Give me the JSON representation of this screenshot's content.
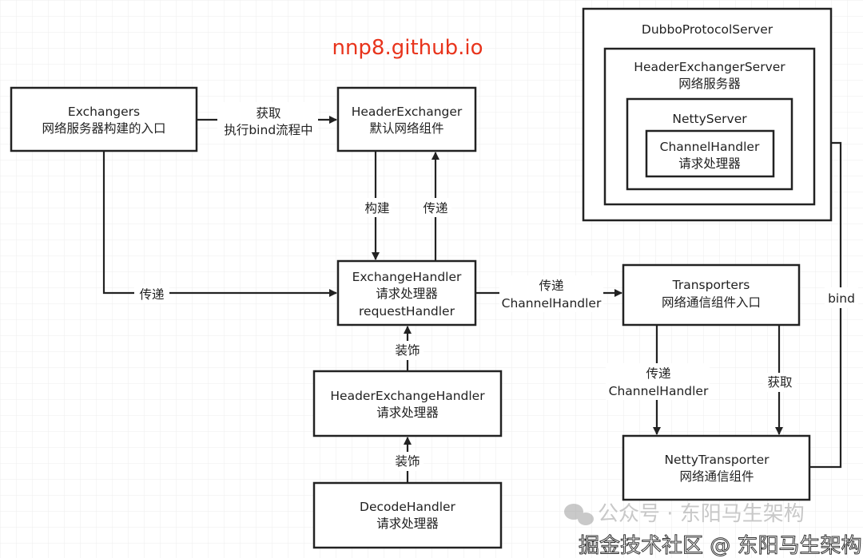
{
  "watermark_url": "nnp8.github.io",
  "colors": {
    "watermark_url": "#e8341c",
    "stroke": "#222222",
    "grid": "#f0f0f0"
  },
  "boxes": {
    "exchangers": [
      "Exchangers",
      "网络服务器构建的入口"
    ],
    "header_exchanger": [
      "HeaderExchanger",
      "默认网络组件"
    ],
    "exchange_handler": [
      "ExchangeHandler",
      "请求处理器",
      "requestHandler"
    ],
    "header_exchange_handler": [
      "HeaderExchangeHandler",
      "请求处理器"
    ],
    "decode_handler": [
      "DecodeHandler",
      "请求处理器"
    ],
    "transporters": [
      "Transporters",
      "网络通信组件入口"
    ],
    "netty_transporter": [
      "NettyTransporter",
      "网络通信组件"
    ],
    "dubbo_protocol_server": [
      "DubboProtocolServer"
    ],
    "header_exchanger_server": [
      "HeaderExchangerServer",
      "网络服务器"
    ],
    "netty_server": [
      "NettyServer"
    ],
    "channel_handler": [
      "ChannelHandler",
      "请求处理器"
    ]
  },
  "edges": {
    "exchangers_to_header_exchanger": [
      "获取",
      "执行bind流程中"
    ],
    "header_exchanger_build": [
      "构建"
    ],
    "to_header_exchanger_pass": [
      "传递"
    ],
    "exchangers_to_exchange_handler": [
      "传递"
    ],
    "exchange_handler_to_transporters": [
      "传递",
      "ChannelHandler"
    ],
    "header_exchange_handler_decorate": [
      "装饰"
    ],
    "decode_handler_decorate": [
      "装饰"
    ],
    "transporters_pass": [
      "传递",
      "ChannelHandler"
    ],
    "transporters_get": [
      "获取"
    ],
    "bind": [
      "bind"
    ]
  },
  "footer_watermarks": [
    "公众号 · 东阳马生架构",
    "掘金技术社区 @ 东阳马生架构"
  ]
}
